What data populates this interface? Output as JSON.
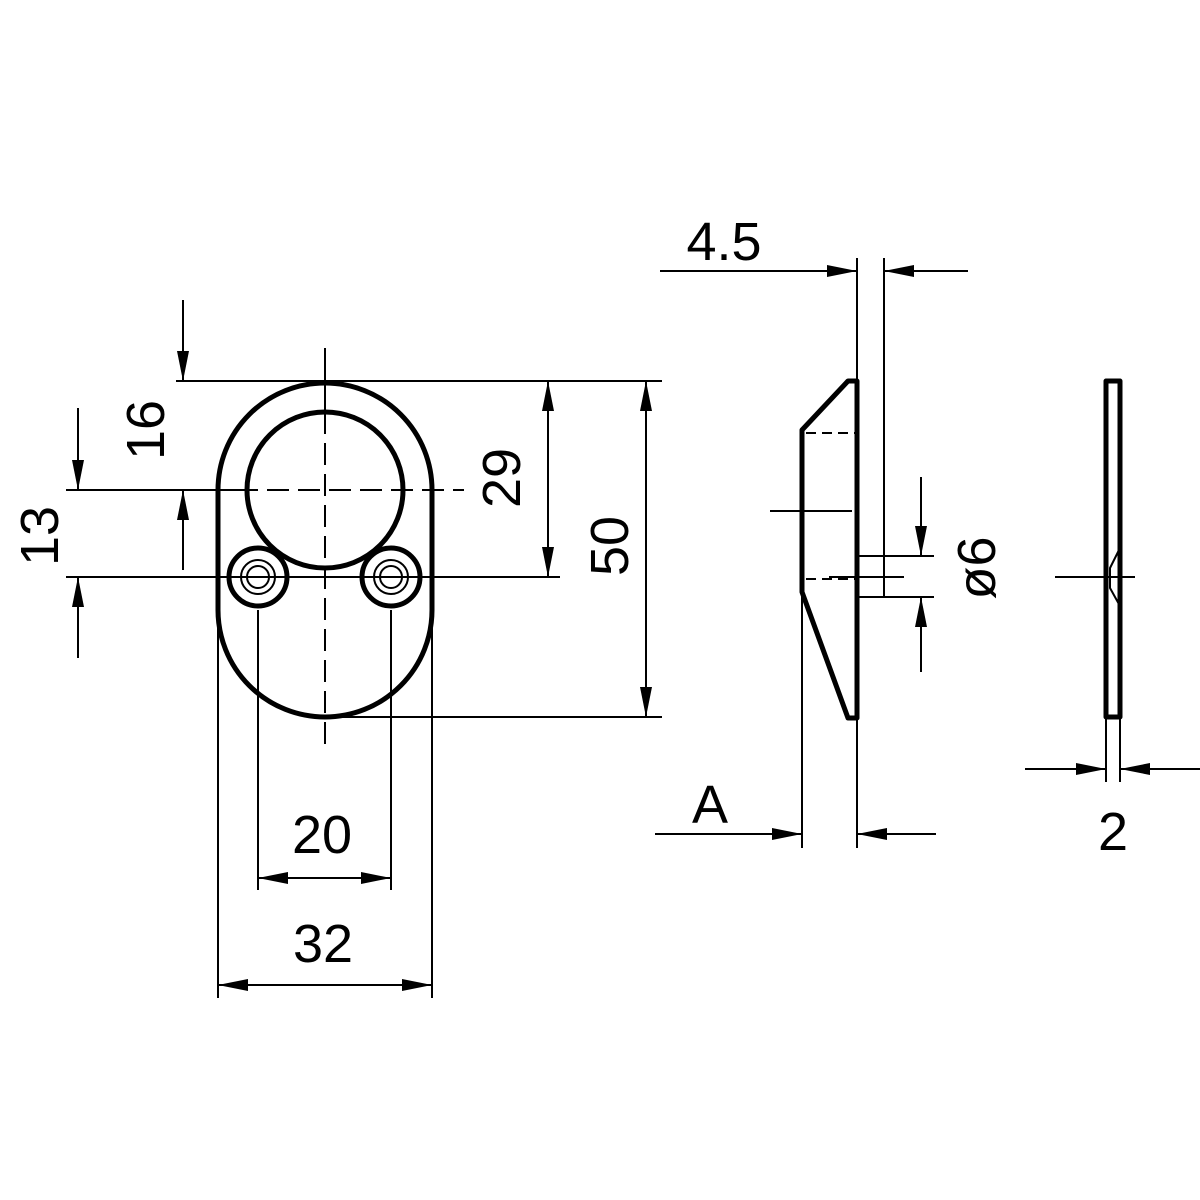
{
  "dimensions": {
    "front_height_16": "16",
    "front_height_13": "13",
    "front_height_29": "29",
    "front_height_50": "50",
    "front_width_20": "20",
    "front_width_32": "32",
    "side_thickness_4_5": "4.5",
    "side_diameter": "ø6",
    "side_angle_ref": "A",
    "edge_thickness_2": "2"
  }
}
